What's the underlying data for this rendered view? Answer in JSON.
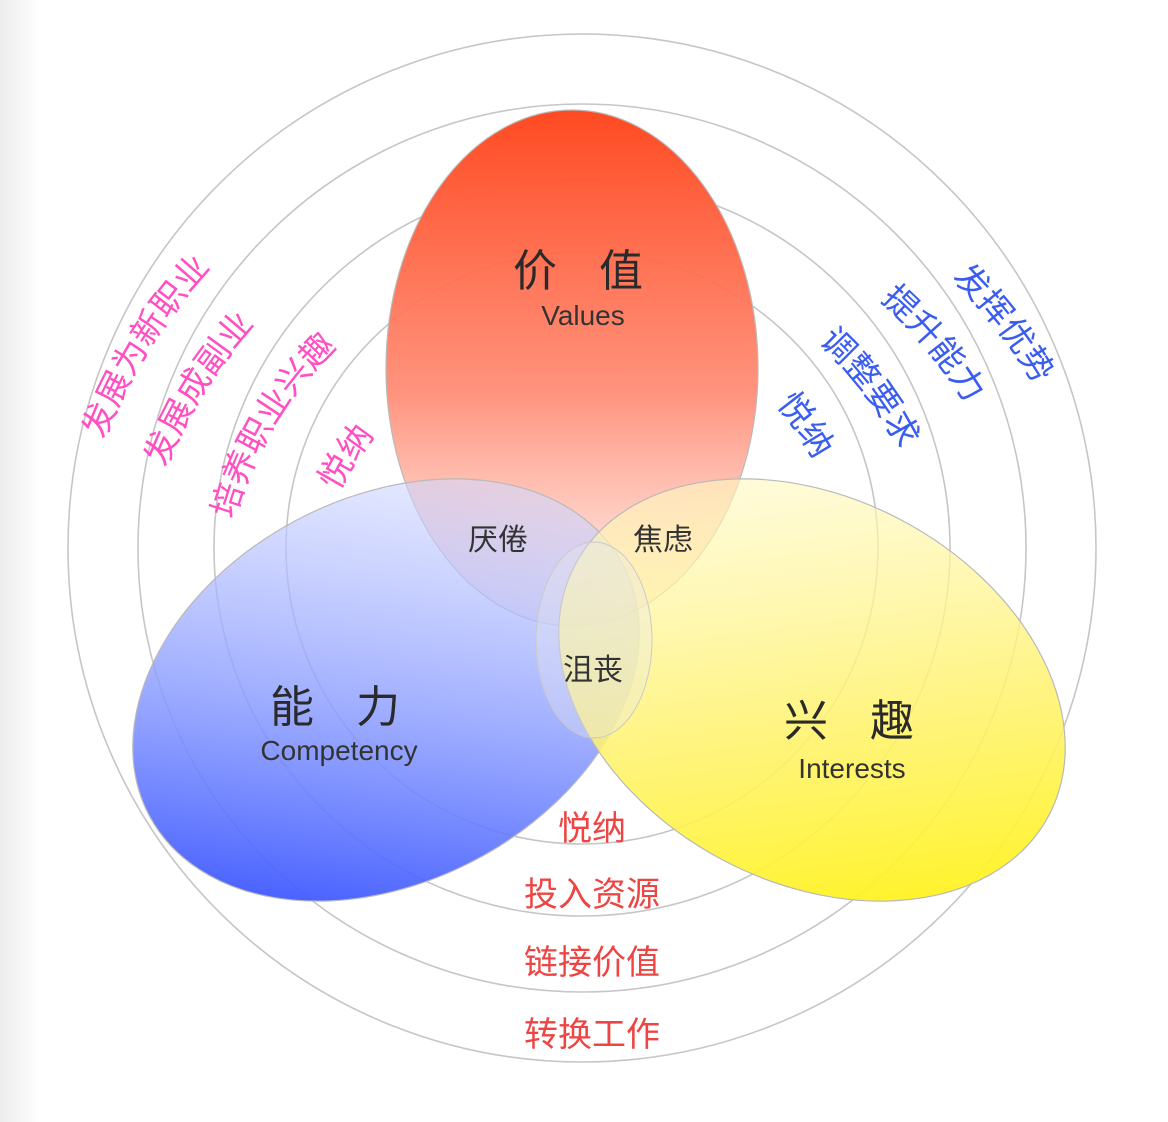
{
  "values": {
    "zh": "价 值",
    "en": "Values",
    "color": "#ff5533"
  },
  "competency": {
    "zh": "能 力",
    "en": "Competency",
    "color": "#2244ff"
  },
  "interests": {
    "zh": "兴 趣",
    "en": "Interests",
    "color": "#ffee22"
  },
  "overlaps": {
    "values_competency": "厌倦",
    "values_interests": "焦虑",
    "center": "沮丧"
  },
  "left_arcs": {
    "color": "#ff4fc2",
    "labels": [
      "悦纳",
      "培养职业兴趣",
      "发展成副业",
      "发展为新职业"
    ]
  },
  "right_arcs": {
    "color": "#3a5df0",
    "labels": [
      "悦纳",
      "调整要求",
      "提升能力",
      "发挥优势"
    ]
  },
  "bottom_labels": {
    "color": "#ee4444",
    "labels": [
      "悦纳",
      "投入资源",
      "链接价值",
      "转换工作"
    ]
  }
}
